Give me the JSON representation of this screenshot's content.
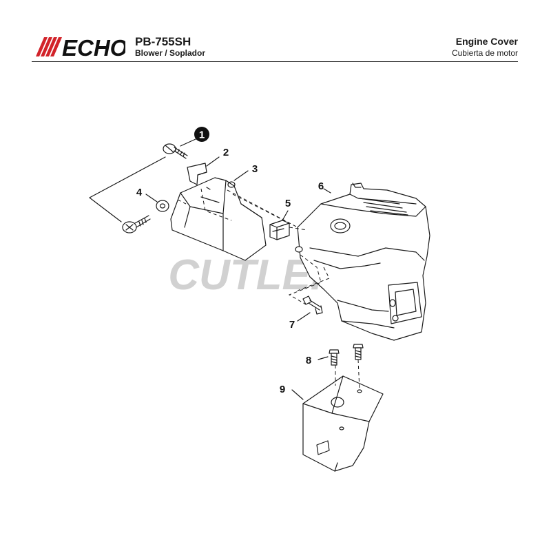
{
  "header": {
    "brand": "ECHO",
    "model": "PB-755SH",
    "model_subtitle": "Blower / Soplador",
    "section_title": "Engine Cover",
    "section_subtitle": "Cubierta de motor"
  },
  "watermark": "CUTLER'S",
  "callouts": {
    "c1": "1",
    "c2": "2",
    "c3": "3",
    "c4": "4",
    "c5": "5",
    "c6": "6",
    "c7": "7",
    "c8": "8",
    "c9": "9"
  },
  "colors": {
    "brand_red": "#d2232a",
    "line": "#1a1a1a",
    "watermark": "#c9c9c9"
  }
}
